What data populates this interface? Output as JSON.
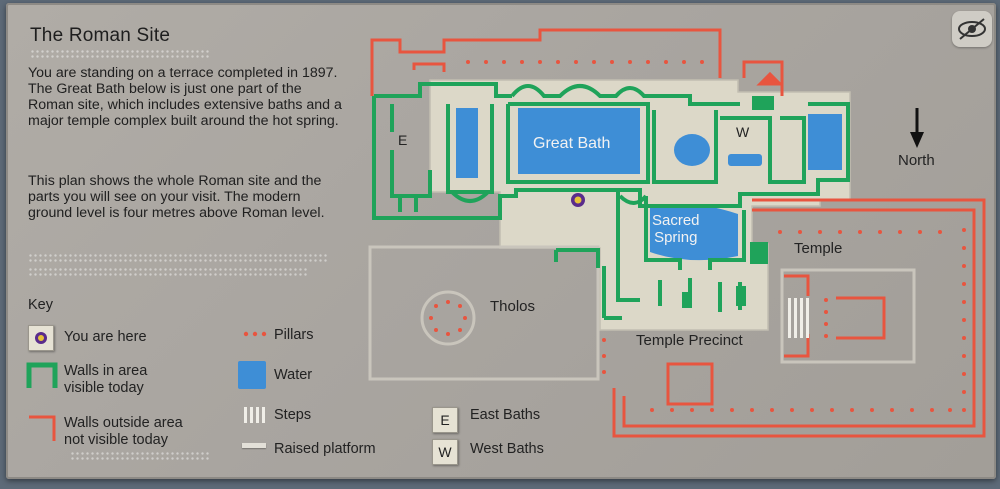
{
  "title": "The Roman Site",
  "intro": [
    "You are standing on a terrace completed in 1897. The Great Bath below is just one part of the Roman site, which includes extensive baths and a major temple complex built around the hot spring.",
    "This plan shows the whole Roman site and the parts you will see on your visit. The modern ground level is four metres above Roman level."
  ],
  "key": {
    "heading": "Key",
    "you_are_here": "You are here",
    "walls_visible": "Walls in area\nvisible today",
    "walls_outside": "Walls outside area\nnot visible today",
    "pillars": "Pillars",
    "water": "Water",
    "steps": "Steps",
    "raised_platform": "Raised platform",
    "east_baths_letter": "E",
    "east_baths": "East Baths",
    "west_baths_letter": "W",
    "west_baths": "West Baths"
  },
  "map": {
    "great_bath": "Great Bath",
    "sacred_spring": "Sacred\nSpring",
    "east_label": "E",
    "west_label": "W",
    "north": "North",
    "temple": "Temple",
    "tholos": "Tholos",
    "temple_precinct": "Temple Precinct"
  },
  "colors": {
    "visible_wall": "#1fa35a",
    "outside_wall": "#e8553f",
    "water": "#3e8ed6",
    "platform": "#dcd8c8"
  },
  "icons": {
    "corner": "eye-icon",
    "north": "north-arrow-icon"
  }
}
